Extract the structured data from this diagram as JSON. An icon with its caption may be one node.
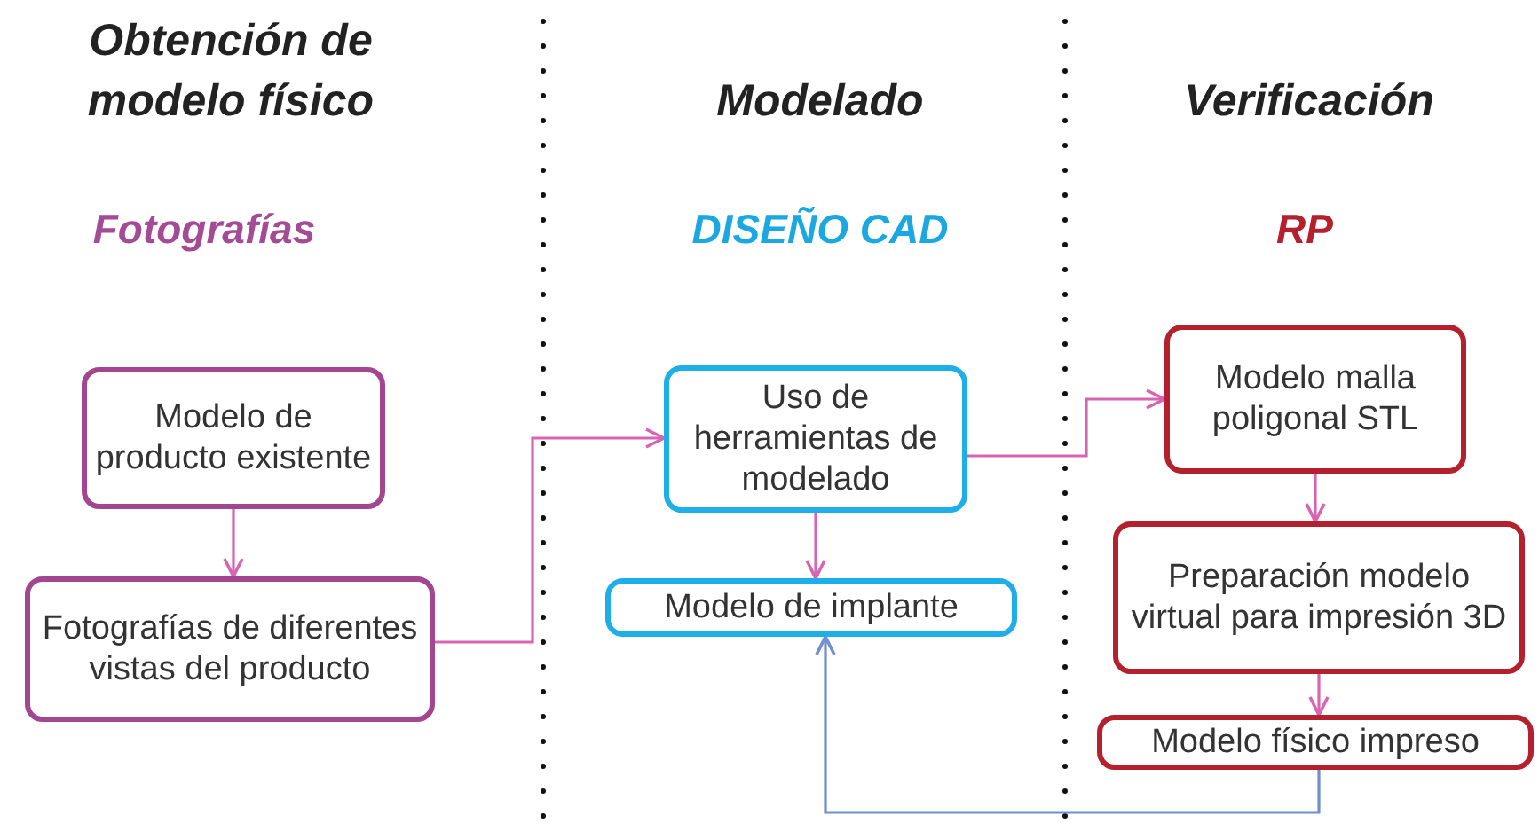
{
  "diagram": {
    "nodes": [
      {
        "text": [
          "Modelo de producto existente"
        ]
      },
      {
        "text": [
          "Fotografías de diferentes vistas del producto"
        ]
      },
      {
        "text": [
          "Uso de herramientas de modelado"
        ]
      },
      {
        "text": [
          "Modelo de implante"
        ]
      },
      {
        "text": [
          "Modelo malla poligonal STL"
        ]
      },
      {
        "text": [
          "Preparación modelo virtual para impresión 3D"
        ]
      },
      {
        "text": [
          "Modelo físico impreso"
        ]
      }
    ],
    "edges": [
      {
        "from": 0,
        "to": 1,
        "arrow": "to"
      },
      {
        "from": 1,
        "to": 2,
        "arrow": "to"
      },
      {
        "from": 2,
        "to": 3,
        "arrow": "to"
      },
      {
        "from": 2,
        "to": 4,
        "arrow": "to"
      },
      {
        "from": 4,
        "to": 5,
        "arrow": "to"
      },
      {
        "from": 5,
        "to": 6,
        "arrow": "to"
      },
      {
        "from": 6,
        "to": 3,
        "arrow": "to",
        "color": "#6f8fd0"
      }
    ],
    "labels": [
      "Obtención de modelo físico",
      "Modelado",
      "Verificación",
      "Fotografías",
      "DISEÑO CAD",
      "RP"
    ]
  }
}
